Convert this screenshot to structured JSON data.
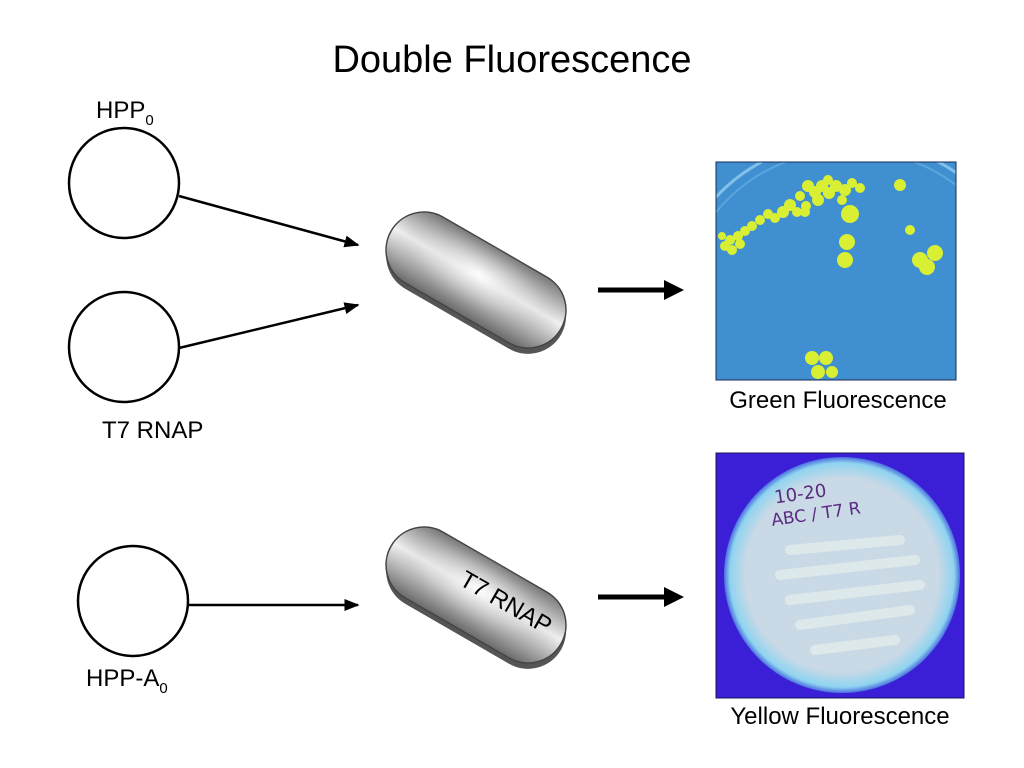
{
  "title": "Double Fluorescence",
  "plasmids": {
    "hpp0": {
      "label": "HPP",
      "subscript": "0"
    },
    "t7": {
      "label": "T7 RNAP"
    },
    "hppa0": {
      "label": "HPP-A",
      "subscript": "0"
    }
  },
  "cells": {
    "bottom_label": "T7 RNAP"
  },
  "plates": {
    "green": {
      "caption": "Green Fluorescence",
      "background": "#3f8fd1",
      "colony_color": "#d9ef33"
    },
    "yellow": {
      "caption": "Yellow Fluorescence",
      "background": "#3a1fd6",
      "plate_color": "#c9d9e6",
      "handwriting_line1": "10-20",
      "handwriting_line2": "ABC / T7 R"
    }
  }
}
